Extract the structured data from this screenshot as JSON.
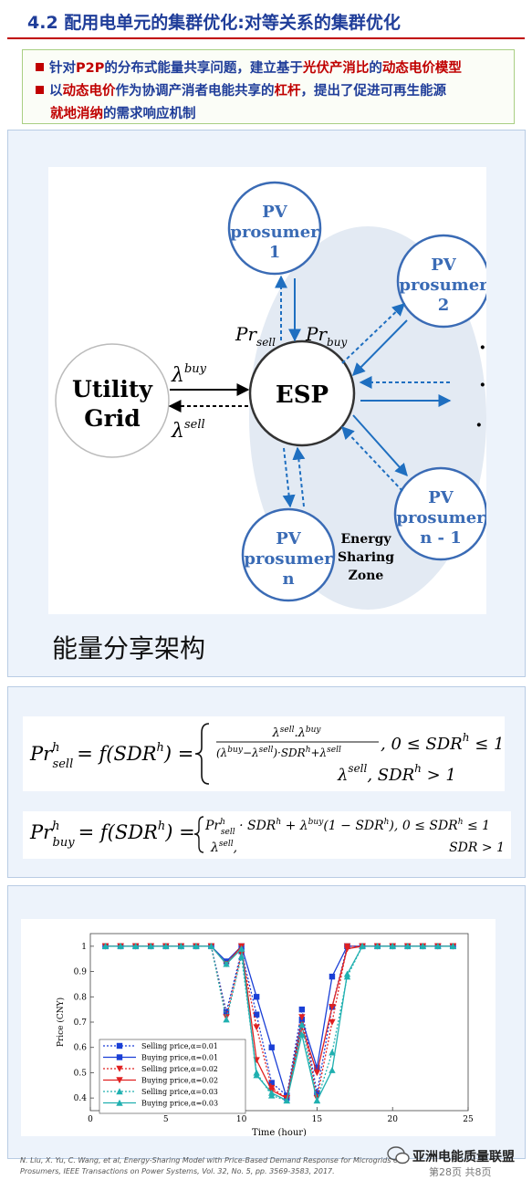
{
  "header": {
    "title": "4.2 配用电单元的集群优化:对等关系的集群优化"
  },
  "bullets": {
    "b1": {
      "t1": "针对",
      "h1": "P2P",
      "t2": "的分布式能量共享问题，建立基于",
      "h2": "光伏产消比",
      "t3": "的",
      "h3": "动态电价模型"
    },
    "b2": {
      "t1": "以",
      "h1": "动态电价",
      "t2": "作为协调产消者电能共享的",
      "h2": "杠杆",
      "t3": "，提出了促进可再生能源"
    },
    "b3": {
      "h1": "就地消纳",
      "t1": "的需求响应机制"
    }
  },
  "diagram": {
    "grid_line1": "Utility",
    "grid_line2": "Grid",
    "esp": "ESP",
    "lambda_buy": "λ",
    "lambda_buy_sup": "buy",
    "lambda_sell": "λ",
    "lambda_sell_sup": "sell",
    "pr": "Pr",
    "pr_sell_sub": "sell",
    "pr_buy_sub": "buy",
    "pv": "PV",
    "prosumer": "prosumer",
    "n1": "1",
    "n2": "2",
    "nn1": "n - 1",
    "nn": "n",
    "zone_l1": "Energy",
    "zone_l2": "Sharing",
    "zone_l3": "Zone",
    "dot": "·",
    "caption": "能量分享架构",
    "colors": {
      "node_border": "#3a6bb5",
      "arrow": "#1f6fc0",
      "zone": "#e3eaf3"
    }
  },
  "formulas": {
    "f1_lhs": "Pr",
    "f1_sup": "h",
    "f1_sub": "sell",
    "f1_eq": "= f(SDR",
    "f1_eq_sup": "h",
    "f1_eq_end": ") =",
    "f1_num": "λ",
    "f1_num_a": "sell",
    "f1_num_dot": ".λ",
    "f1_num_b": "buy",
    "f1_den": "(λ",
    "f1_den_a": "buy",
    "f1_den_mid": "−λ",
    "f1_den_b": "sell",
    "f1_den_end": ")·SDR",
    "f1_den_h": "h",
    "f1_den_plus": "+λ",
    "f1_den_c": "sell",
    "f1_cond1": ",  0 ≤ SDR",
    "f1_cond1_h": "h",
    "f1_cond1_end": " ≤ 1",
    "f1_case2": "λ",
    "f1_case2_sup": "sell",
    "f1_cond2": ",  SDR",
    "f1_cond2_h": "h",
    "f1_cond2_end": " > 1",
    "f2_lhs": "Pr",
    "f2_sup": "h",
    "f2_sub": "buy",
    "f2_eq": "= f(SDR",
    "f2_eq_sup": "h",
    "f2_eq_end": ") =",
    "f2_case1a": "Pr",
    "f2_case1a_sup": "h",
    "f2_case1a_sub": "sell",
    "f2_case1b": " · SDR",
    "f2_case1b_h": "h",
    "f2_case1c": " + λ",
    "f2_case1c_sup": "buy",
    "f2_case1d": "(1 − SDR",
    "f2_case1d_h": "h",
    "f2_case1e": "), 0 ≤ SDR",
    "f2_case1e_h": "h",
    "f2_case1f": " ≤ 1",
    "f2_case2": "λ",
    "f2_case2_sup": "sell",
    "f2_case2_comma": ",",
    "f2_cond2": "SDR > 1"
  },
  "chart_data": {
    "type": "line",
    "xlabel": "Time (hour)",
    "ylabel": "Price (CNY)",
    "xlim": [
      0,
      25
    ],
    "ylim": [
      0.35,
      1.05
    ],
    "xticks": [
      0,
      5,
      10,
      15,
      20,
      25
    ],
    "yticks": [
      0.4,
      0.5,
      0.6,
      0.7,
      0.8,
      0.9,
      1
    ],
    "x": [
      1,
      2,
      3,
      4,
      5,
      6,
      7,
      8,
      9,
      10,
      11,
      12,
      13,
      14,
      15,
      16,
      17,
      18,
      19,
      20,
      21,
      22,
      23,
      24
    ],
    "series": [
      {
        "name": "Selling price,α=0.01",
        "color": "#1a3fd6",
        "dash": "2,2",
        "marker": "square",
        "values": [
          1,
          1,
          1,
          1,
          1,
          1,
          1,
          1,
          0.74,
          0.98,
          0.73,
          0.46,
          0.41,
          0.75,
          0.42,
          0.76,
          1,
          1,
          1,
          1,
          1,
          1,
          1,
          1
        ]
      },
      {
        "name": "Buying price,α=0.01",
        "color": "#1a3fd6",
        "dash": "",
        "marker": "square",
        "values": [
          1,
          1,
          1,
          1,
          1,
          1,
          1,
          1,
          0.94,
          1,
          0.8,
          0.6,
          0.4,
          0.71,
          0.52,
          0.88,
          1,
          1,
          1,
          1,
          1,
          1,
          1,
          1
        ]
      },
      {
        "name": "Selling price,α=0.02",
        "color": "#e02020",
        "dash": "2,2",
        "marker": "tri-down",
        "values": [
          1,
          1,
          1,
          1,
          1,
          1,
          1,
          1,
          0.72,
          0.97,
          0.68,
          0.44,
          0.4,
          0.72,
          0.4,
          0.7,
          1,
          1,
          1,
          1,
          1,
          1,
          1,
          1
        ]
      },
      {
        "name": "Buying price,α=0.02",
        "color": "#e02020",
        "dash": "",
        "marker": "tri-down",
        "values": [
          1,
          1,
          1,
          1,
          1,
          1,
          1,
          1,
          0.93,
          1,
          0.55,
          0.43,
          0.4,
          0.68,
          0.5,
          0.76,
          0.99,
          1,
          1,
          1,
          1,
          1,
          1,
          1
        ]
      },
      {
        "name": "Selling price,α=0.03",
        "color": "#20b0b0",
        "dash": "2,2",
        "marker": "tri-up",
        "values": [
          1,
          1,
          1,
          1,
          1,
          1,
          1,
          1,
          0.71,
          0.96,
          0.5,
          0.41,
          0.39,
          0.69,
          0.39,
          0.58,
          0.88,
          1,
          1,
          1,
          1,
          1,
          1,
          1
        ]
      },
      {
        "name": "Buying price,α=0.03",
        "color": "#20b0b0",
        "dash": "",
        "marker": "tri-up",
        "values": [
          1,
          1,
          1,
          1,
          1,
          1,
          1,
          1,
          0.93,
          0.99,
          0.49,
          0.42,
          0.39,
          0.65,
          0.39,
          0.51,
          0.89,
          1,
          1,
          1,
          1,
          1,
          1,
          1
        ]
      }
    ]
  },
  "citation": {
    "line1": "N. Liu, X. Yu, C. Wang, et al, Energy-Sharing Model with Price-Based Demand Response for Microgrids of",
    "line2": "Prosumers, IEEE Transactions on Power Systems, Vol. 32, No. 5, pp. 3569-3583, 2017."
  },
  "watermark": {
    "text": "亚洲电能质量联盟",
    "page": "第28页 共8页"
  }
}
